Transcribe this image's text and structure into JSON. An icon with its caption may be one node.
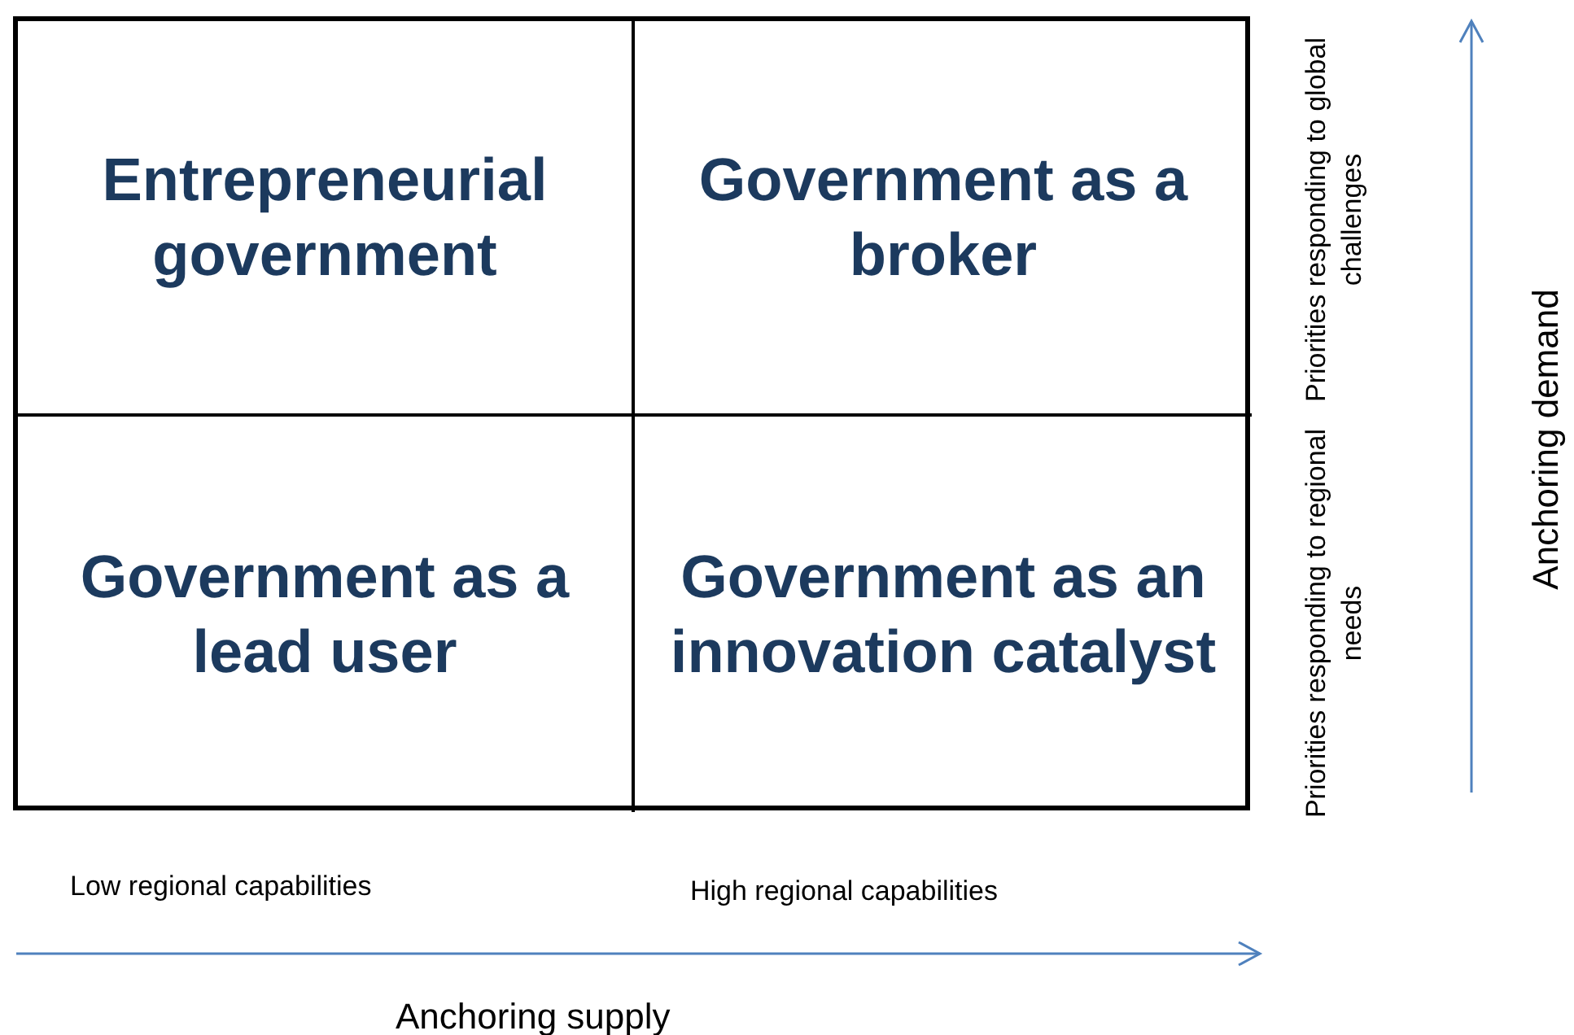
{
  "diagram": {
    "nodes": [
      {
        "text": [
          "Entrepreneurial government"
        ]
      },
      {
        "text": [
          "Government as a broker"
        ]
      },
      {
        "text": [
          "Government as a lead user"
        ]
      },
      {
        "text": [
          "Government as an innovation catalyst"
        ]
      }
    ],
    "labels": [
      "Priorities responding to global challenges",
      "Priorities responding to regional needs",
      "Anchoring demand",
      "Low regional capabilities",
      "High regional capabilities",
      "Anchoring supply"
    ]
  }
}
